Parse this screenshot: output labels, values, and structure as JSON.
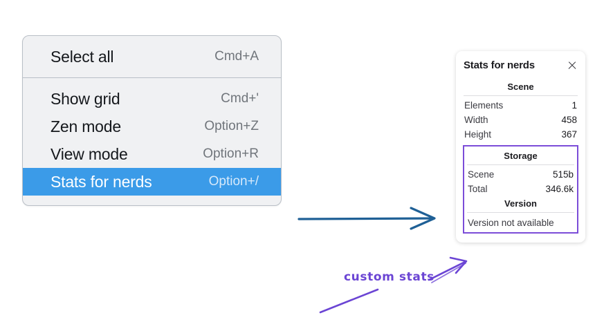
{
  "context_menu": {
    "groups": [
      {
        "items": [
          {
            "label": "Select all",
            "shortcut": "Cmd+A",
            "selected": false
          }
        ]
      },
      {
        "items": [
          {
            "label": "Show grid",
            "shortcut": "Cmd+'",
            "selected": false
          },
          {
            "label": "Zen mode",
            "shortcut": "Option+Z",
            "selected": false
          },
          {
            "label": "View mode",
            "shortcut": "Option+R",
            "selected": false
          },
          {
            "label": "Stats for nerds",
            "shortcut": "Option+/",
            "selected": true
          }
        ]
      }
    ],
    "highlight_color": "#3b9be8"
  },
  "stats_panel": {
    "title": "Stats for nerds",
    "close_icon": "close-icon",
    "sections": [
      {
        "heading": "Scene",
        "highlighted": false,
        "rows": [
          {
            "key": "Elements",
            "value": "1"
          },
          {
            "key": "Width",
            "value": "458"
          },
          {
            "key": "Height",
            "value": "367"
          }
        ]
      },
      {
        "heading": "Storage",
        "highlighted": true,
        "rows": [
          {
            "key": "Scene",
            "value": "515b"
          },
          {
            "key": "Total",
            "value": "346.6k"
          }
        ]
      },
      {
        "heading": "Version",
        "highlighted": true,
        "note": "Version not available",
        "rows": []
      }
    ],
    "highlight_border_color": "#7b4cd8"
  },
  "annotations": {
    "arrow_blue_color": "#1f6096",
    "arrow_purple_color": "#6b45d4",
    "note_text": "custom stats"
  }
}
